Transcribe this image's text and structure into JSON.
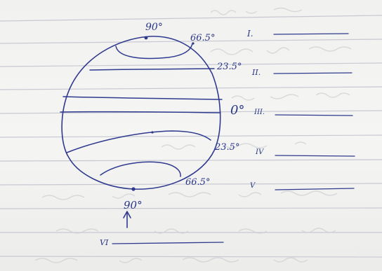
{
  "globe": {
    "latitudes": {
      "north_pole": "90°",
      "arctic_circle": "66.5°",
      "tropic_of_cancer": "23.5°",
      "equator": "0°",
      "tropic_of_capricorn": "23.5°",
      "antarctic_circle": "66.5°",
      "south_pole": "90°"
    }
  },
  "answer_lines": [
    {
      "numeral": "I."
    },
    {
      "numeral": "II."
    },
    {
      "numeral": "III."
    },
    {
      "numeral": "IV"
    },
    {
      "numeral": "V"
    },
    {
      "numeral": "VI"
    }
  ],
  "colors": {
    "ink": "#2f3a8f",
    "paper": "#f3f3f1",
    "ruled_line": "#c7c9d2"
  }
}
